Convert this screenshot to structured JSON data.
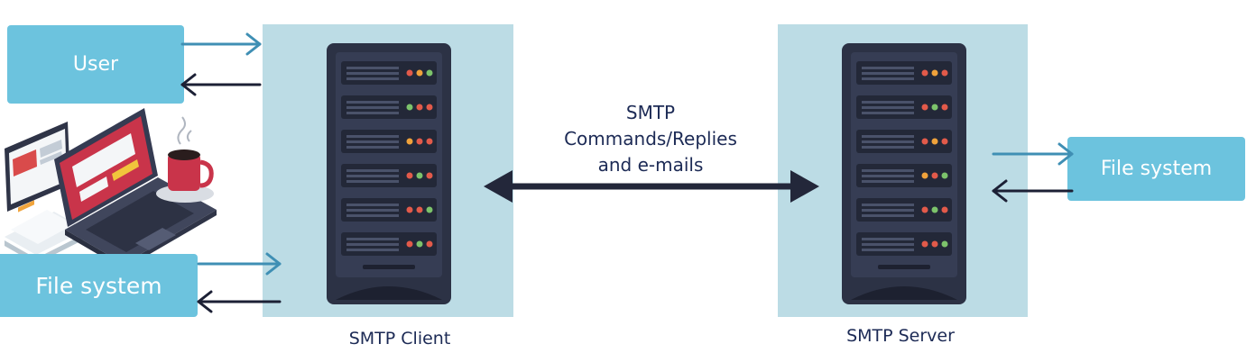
{
  "user_box": {
    "label": "User"
  },
  "left_file_system": {
    "label": "File system"
  },
  "right_file_system": {
    "label": "File system"
  },
  "client": {
    "caption": "SMTP Client"
  },
  "server": {
    "caption": "SMTP Server"
  },
  "link": {
    "lines": [
      "SMTP",
      "Commands/Replies",
      "and e-mails"
    ]
  },
  "colors": {
    "box": "#6cc3de",
    "panel": "#bcdce5",
    "dark_arrow": "#1c2035",
    "light_arrow": "#3f8fb4",
    "text": "#1c2a55",
    "server_body": "#2c3245"
  },
  "icons": [
    "server-rack-icon",
    "laptop-illustration",
    "coffee-mug-icon"
  ]
}
